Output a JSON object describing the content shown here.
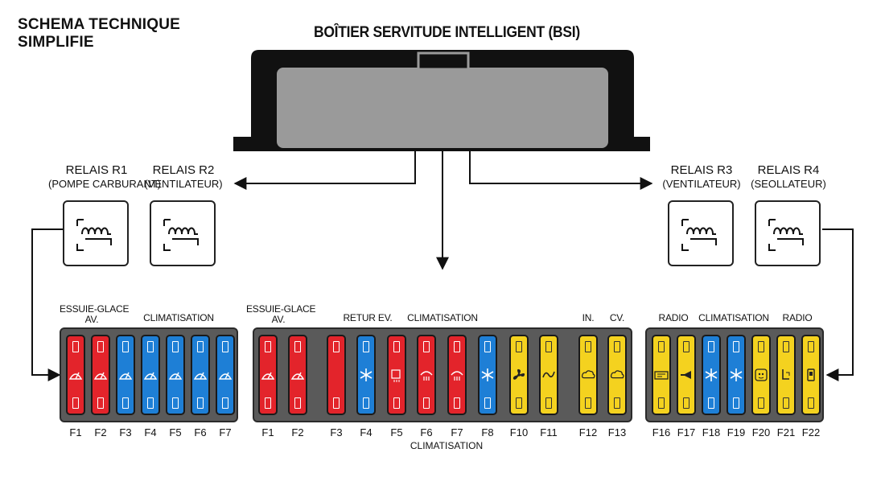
{
  "titles": {
    "line1": "SCHEMA TECHNIQUE",
    "line2": "SIMPLIFIE",
    "bsi": "BOÎTIER SERVITUDE INTELLIGENT (BSI)"
  },
  "relays": [
    {
      "name": "RELAIS R1",
      "desc": "(POMPE CARBURANT)"
    },
    {
      "name": "RELAIS R2",
      "desc": "(VENTILATEUR)"
    },
    {
      "name": "RELAIS R3",
      "desc": "(VENTILATEUR)"
    },
    {
      "name": "RELAIS R4",
      "desc": "(SEOLLATEUR)"
    }
  ],
  "groups": {
    "left_essuie_1": "ESSUIE-GLACE",
    "left_essuie_2": "AV.",
    "left_clim": "CLIMATISATION",
    "mid_essuie_1": "ESSUIE-GLACE",
    "mid_essuie_2": "AV.",
    "mid_retur": "RETUR EV.",
    "mid_clim": "CLIMATISATION",
    "mid_in": "IN.",
    "mid_cv": "CV.",
    "right_radio1": "RADIO",
    "right_clim": "CLIMATISATION",
    "right_radio2": "RADIO",
    "mid_sub_clim": "CLIMATISATION"
  },
  "fuses_left": [
    {
      "label": "F1",
      "color": "red",
      "icon": "wiper-icon"
    },
    {
      "label": "F2",
      "color": "red",
      "icon": "wiper-icon"
    },
    {
      "label": "F3",
      "color": "blue",
      "icon": "wiper-icon"
    },
    {
      "label": "F4",
      "color": "blue",
      "icon": "wiper-icon"
    },
    {
      "label": "F5",
      "color": "blue",
      "icon": "wiper-icon"
    },
    {
      "label": "F6",
      "color": "blue",
      "icon": "wiper-icon"
    },
    {
      "label": "F7",
      "color": "blue",
      "icon": "wiper-icon"
    }
  ],
  "fuses_mid": [
    {
      "label": "F1",
      "color": "red",
      "icon": "wiper-icon"
    },
    {
      "label": "F2",
      "color": "red",
      "icon": "wiper-icon"
    },
    {
      "label": "F3",
      "color": "red",
      "icon": "none"
    },
    {
      "label": "F4",
      "color": "blue",
      "icon": "snowflake-icon"
    },
    {
      "label": "F5",
      "color": "red",
      "icon": "defrost-icon"
    },
    {
      "label": "F6",
      "color": "red",
      "icon": "heater-icon"
    },
    {
      "label": "F7",
      "color": "red",
      "icon": "heater-icon"
    },
    {
      "label": "F8",
      "color": "blue",
      "icon": "snowflake-icon"
    },
    {
      "label": "F10",
      "color": "yellow",
      "icon": "fan-icon"
    },
    {
      "label": "F11",
      "color": "yellow",
      "icon": "wave-icon"
    },
    {
      "label": "F12",
      "color": "yellow",
      "icon": "cloud-icon"
    },
    {
      "label": "F13",
      "color": "yellow",
      "icon": "cloud-icon"
    }
  ],
  "fuses_right": [
    {
      "label": "F16",
      "color": "yellow",
      "icon": "radio-icon"
    },
    {
      "label": "F17",
      "color": "yellow",
      "icon": "horn-icon"
    },
    {
      "label": "F18",
      "color": "blue",
      "icon": "snowflake-icon"
    },
    {
      "label": "F19",
      "color": "blue",
      "icon": "snowflake-icon"
    },
    {
      "label": "F20",
      "color": "yellow",
      "icon": "face-icon"
    },
    {
      "label": "F21",
      "color": "yellow",
      "icon": "seat-icon"
    },
    {
      "label": "F22",
      "color": "yellow",
      "icon": "phone-icon"
    }
  ],
  "colors": {
    "red": "#e3242b",
    "blue": "#1e7fd6",
    "yellow": "#f4d21f",
    "bsi_body": "#111111",
    "bsi_inner": "#9a9a9a"
  }
}
